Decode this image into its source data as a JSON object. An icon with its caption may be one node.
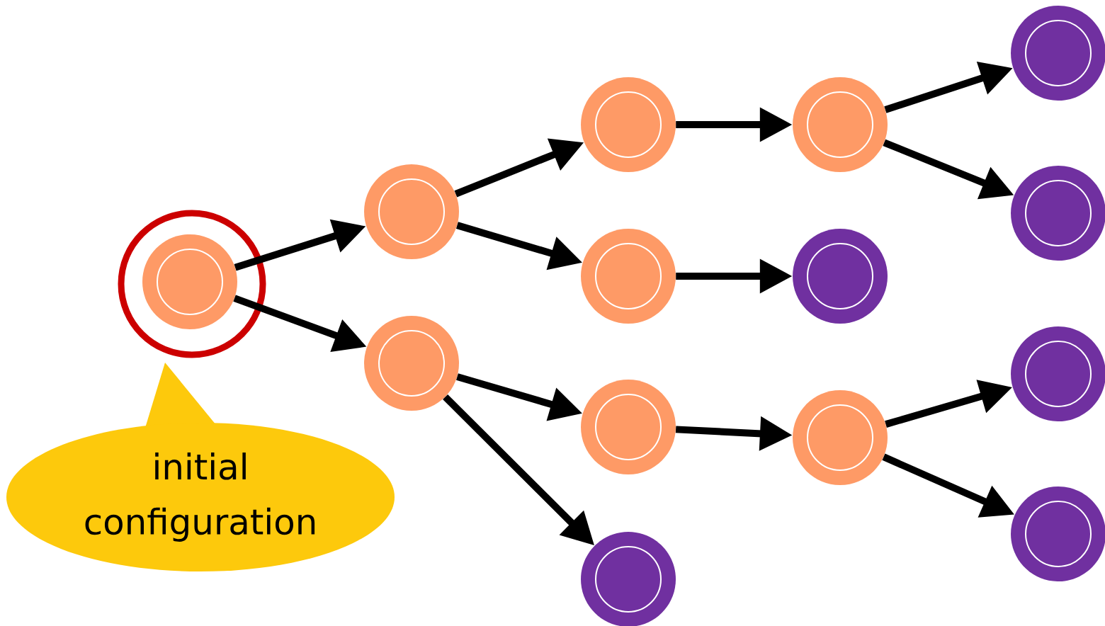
{
  "diagram": {
    "nodes": [
      {
        "text": [],
        "shape": "circle"
      },
      {
        "text": [],
        "shape": "circle",
        "in": 0
      },
      {
        "text": [
          "initial configuration"
        ]
      },
      {
        "text": [],
        "shape": "circle"
      },
      {
        "text": [],
        "shape": "circle"
      },
      {
        "text": [],
        "shape": "circle"
      },
      {
        "text": [],
        "shape": "circle"
      },
      {
        "text": [],
        "shape": "circle"
      },
      {
        "text": [],
        "shape": "circle"
      },
      {
        "text": [],
        "shape": "circle"
      },
      {
        "text": [],
        "shape": "circle"
      },
      {
        "text": [],
        "shape": "circle"
      },
      {
        "text": [],
        "shape": "circle"
      },
      {
        "text": [],
        "shape": "circle"
      },
      {
        "text": [],
        "shape": "circle"
      },
      {
        "text": [],
        "shape": "circle"
      }
    ],
    "edges": [
      {
        "from": 1,
        "to": 3,
        "arrow": "to"
      },
      {
        "from": 1,
        "to": 4,
        "arrow": "to"
      },
      {
        "from": 3,
        "to": 5,
        "arrow": "to"
      },
      {
        "from": 3,
        "to": 6,
        "arrow": "to"
      },
      {
        "from": 4,
        "to": 7,
        "arrow": "to"
      },
      {
        "from": 4,
        "to": 8,
        "arrow": "to"
      },
      {
        "from": 5,
        "to": 9,
        "arrow": "to"
      },
      {
        "from": 6,
        "to": 10,
        "arrow": "to"
      },
      {
        "from": 7,
        "to": 11,
        "arrow": "to"
      },
      {
        "from": 9,
        "to": 12,
        "arrow": "to"
      },
      {
        "from": 9,
        "to": 13,
        "arrow": "to"
      },
      {
        "from": 11,
        "to": 14,
        "arrow": "to"
      },
      {
        "from": 11,
        "to": 15,
        "arrow": "to"
      }
    ]
  }
}
